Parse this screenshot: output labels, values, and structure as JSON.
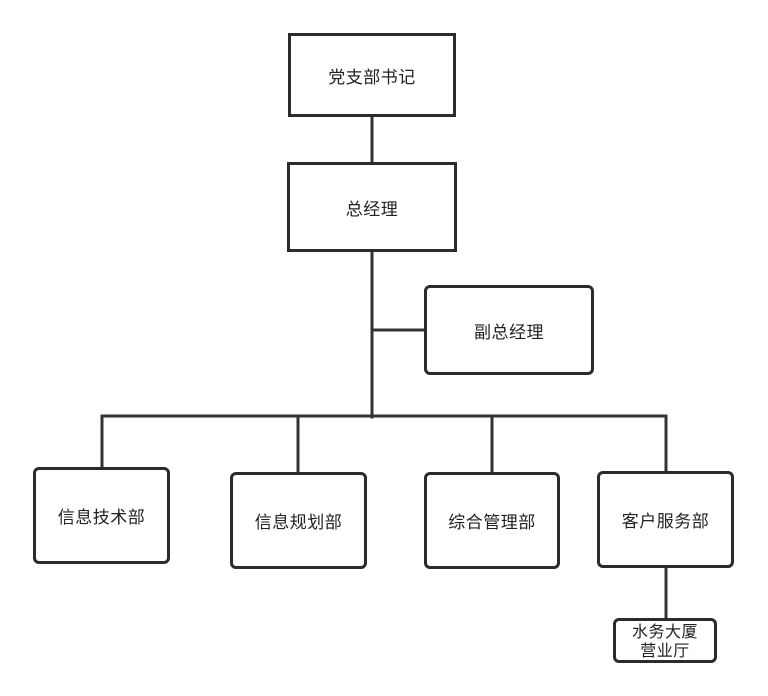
{
  "diagram": {
    "type": "org-chart",
    "nodes": {
      "secretary": {
        "label": "党支部书记"
      },
      "general_manager": {
        "label": "总经理"
      },
      "deputy_general_manager": {
        "label": "副总经理"
      },
      "info_tech_dept": {
        "label": "信息技术部"
      },
      "info_planning_dept": {
        "label": "信息规划部"
      },
      "general_mgmt_dept": {
        "label": "综合管理部"
      },
      "customer_service_dept": {
        "label": "客户服务部"
      },
      "business_hall": {
        "label_line1": "水务大厦",
        "label_line2": "营业厅"
      }
    },
    "edges": [
      {
        "from": "secretary",
        "to": "general_manager"
      },
      {
        "from": "general_manager",
        "to": "deputy_general_manager"
      },
      {
        "from": "general_manager",
        "to": "info_tech_dept"
      },
      {
        "from": "general_manager",
        "to": "info_planning_dept"
      },
      {
        "from": "general_manager",
        "to": "general_mgmt_dept"
      },
      {
        "from": "general_manager",
        "to": "customer_service_dept"
      },
      {
        "from": "customer_service_dept",
        "to": "business_hall"
      }
    ]
  }
}
